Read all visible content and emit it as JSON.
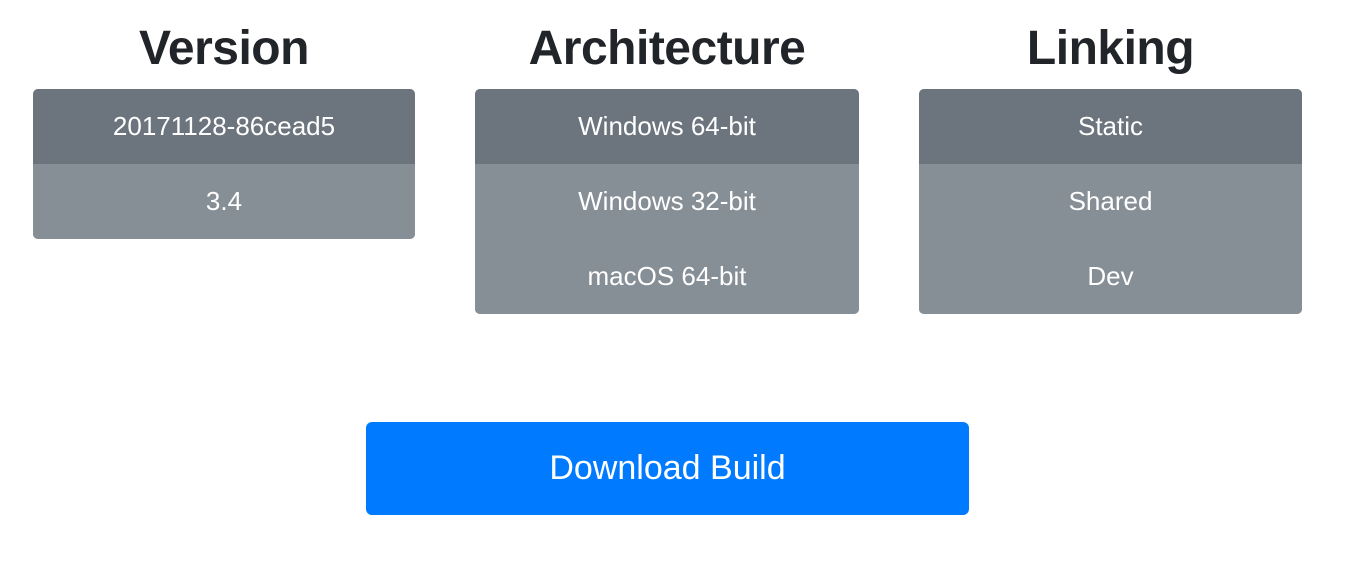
{
  "columns": [
    {
      "id": "version",
      "title": "Version",
      "options": [
        {
          "label": "20171128-86cead5",
          "selected": true
        },
        {
          "label": "3.4",
          "selected": false
        }
      ]
    },
    {
      "id": "architecture",
      "title": "Architecture",
      "options": [
        {
          "label": "Windows 64-bit",
          "selected": true
        },
        {
          "label": "Windows 32-bit",
          "selected": false
        },
        {
          "label": "macOS 64-bit",
          "selected": false
        }
      ]
    },
    {
      "id": "linking",
      "title": "Linking",
      "options": [
        {
          "label": "Static",
          "selected": true
        },
        {
          "label": "Shared",
          "selected": false
        },
        {
          "label": "Dev",
          "selected": false
        }
      ]
    }
  ],
  "download": {
    "label": "Download Build"
  },
  "colors": {
    "page_background": "#ffffff",
    "heading_text": "#212529",
    "option_background": "#868e96",
    "option_selected_background": "#6c757d",
    "option_text": "#ffffff",
    "primary_button": "#007bff",
    "primary_button_text": "#ffffff"
  }
}
